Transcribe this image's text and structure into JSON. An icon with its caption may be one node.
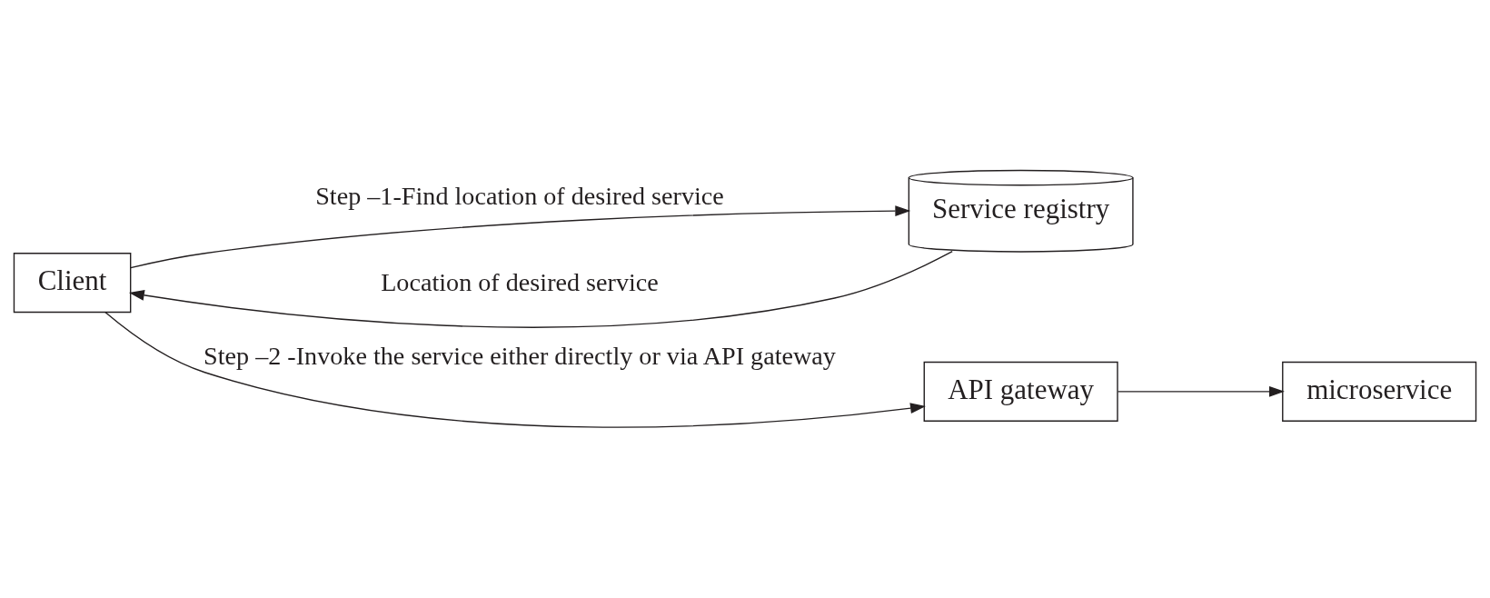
{
  "diagram": {
    "nodes": [
      {
        "text": [
          "Client"
        ]
      },
      {
        "text": [
          "Service registry"
        ]
      },
      {
        "text": [
          "API gateway"
        ]
      },
      {
        "text": [
          "microservice"
        ]
      }
    ],
    "edges": [
      {
        "from": 0,
        "to": 1,
        "arrow": "to",
        "label": "Step –1-Find location of desired service"
      },
      {
        "from": 1,
        "to": 0,
        "arrow": "to",
        "label": "Location of desired service"
      },
      {
        "from": 0,
        "to": 2,
        "arrow": "to",
        "label": "Step –2 -Invoke the service either directly or via API gateway"
      },
      {
        "from": 2,
        "to": 3,
        "arrow": "to"
      }
    ]
  }
}
